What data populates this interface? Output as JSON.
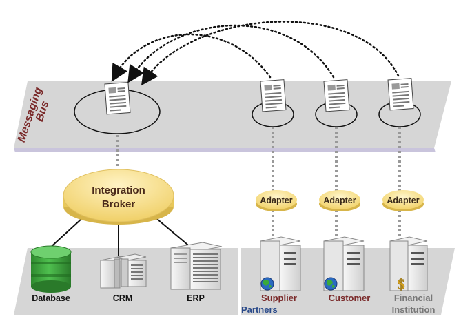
{
  "bus": {
    "label_line1": "Messaging",
    "label_line2": "Bus"
  },
  "broker": {
    "line1": "Integration",
    "line2": "Broker"
  },
  "adapters": [
    "Adapter",
    "Adapter",
    "Adapter"
  ],
  "internal_systems": {
    "database": "Database",
    "crm": "CRM",
    "erp": "ERP"
  },
  "partners": {
    "group_label": "Partners",
    "supplier": "Supplier",
    "customer": "Customer",
    "financial_line1": "Financial",
    "financial_line2": "Institution"
  },
  "colors": {
    "bus_label": "#7a2a2a",
    "partners_label": "#2a4a8a",
    "supplier_label": "#7a2a2a",
    "customer_label": "#7a2a2a",
    "financial_label": "#777777",
    "broker_fill": "#f7df84",
    "adapter_fill": "#f7df84",
    "database_green": "#3a9a3a",
    "plane_gray": "#d6d6d6"
  }
}
